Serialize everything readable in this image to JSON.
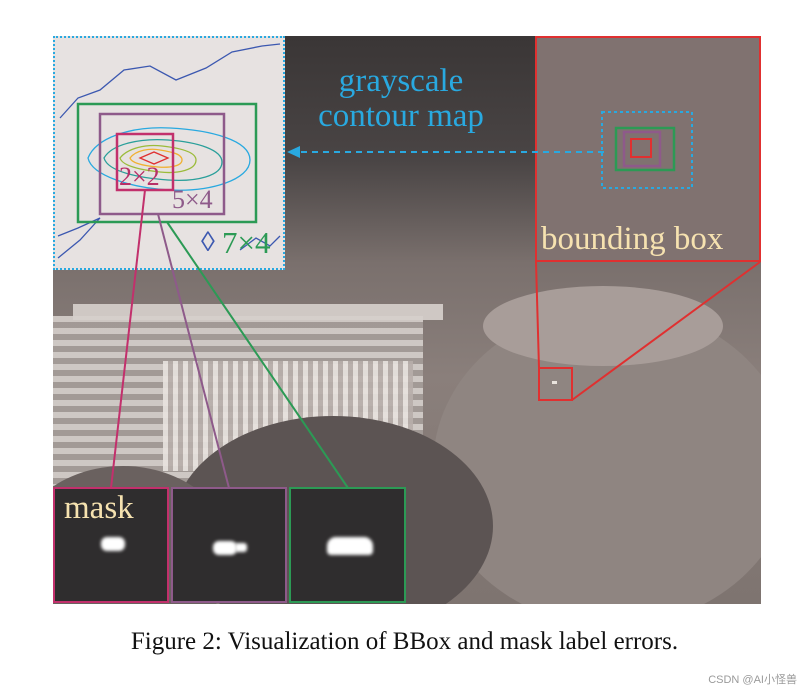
{
  "figure": {
    "labels": {
      "grayscale_line1": "grayscale",
      "grayscale_line2": "contour map",
      "bounding_box": "bounding box",
      "size_2x2": "2×2",
      "size_5x4": "5×4",
      "size_7x4": "7×4",
      "mask": "mask"
    },
    "caption": "Figure 2: Visualization of BBox and mask label errors.",
    "watermark": "CSDN @AI小怪兽",
    "colors": {
      "contour_border": "#29a9e0",
      "bbox_border": "#e03030",
      "box_2x2": "#c2306c",
      "box_5x4": "#8e5a8a",
      "box_7x4": "#2c9a55",
      "label_text_warm": "#f6e2b0"
    }
  }
}
